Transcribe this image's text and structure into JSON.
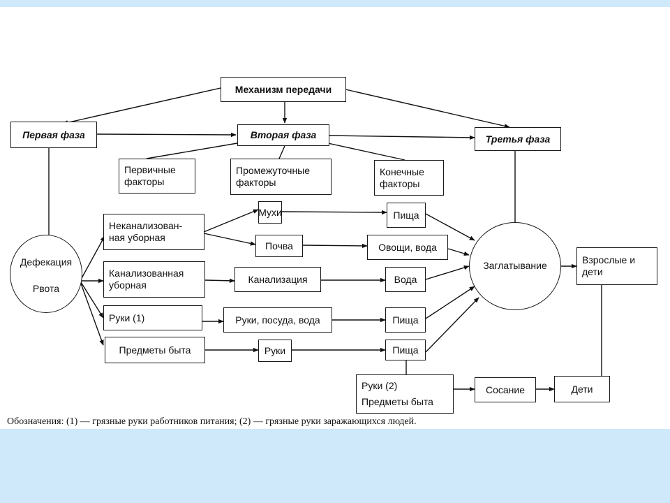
{
  "diagram": {
    "title": "Механизм передачи",
    "phases": [
      "Первая фаза",
      "Вторая фаза",
      "Третья фаза"
    ],
    "factor_groups": [
      "Первичные\nфакторы",
      "Промежуточные\nфакторы",
      "Конечные\nфакторы"
    ],
    "source": {
      "line1": "Дефекация",
      "line2": "Рвота"
    },
    "primary_factors": [
      "Неканализован-\nная уборная",
      "Канализованная\nуборная",
      "Руки (1)",
      "Предметы быта"
    ],
    "intermediate_factors": [
      "Мухи",
      "Почва",
      "Канализация",
      "Руки, посуда, вода",
      "Руки"
    ],
    "final_factors": [
      "Пища",
      "Овощи, вода",
      "Вода",
      "Пища",
      "Пища"
    ],
    "combined_factor": {
      "line1": "Руки (2)",
      "line2": "Предметы быта"
    },
    "swallowing": "Заглатывание",
    "adults_children": "Взрослые и\nдети",
    "sucking": "Сосание",
    "children": "Дети",
    "legend": "Обозначения: (1) — грязные руки работников питания; (2) — грязные руки заражающихся людей."
  }
}
